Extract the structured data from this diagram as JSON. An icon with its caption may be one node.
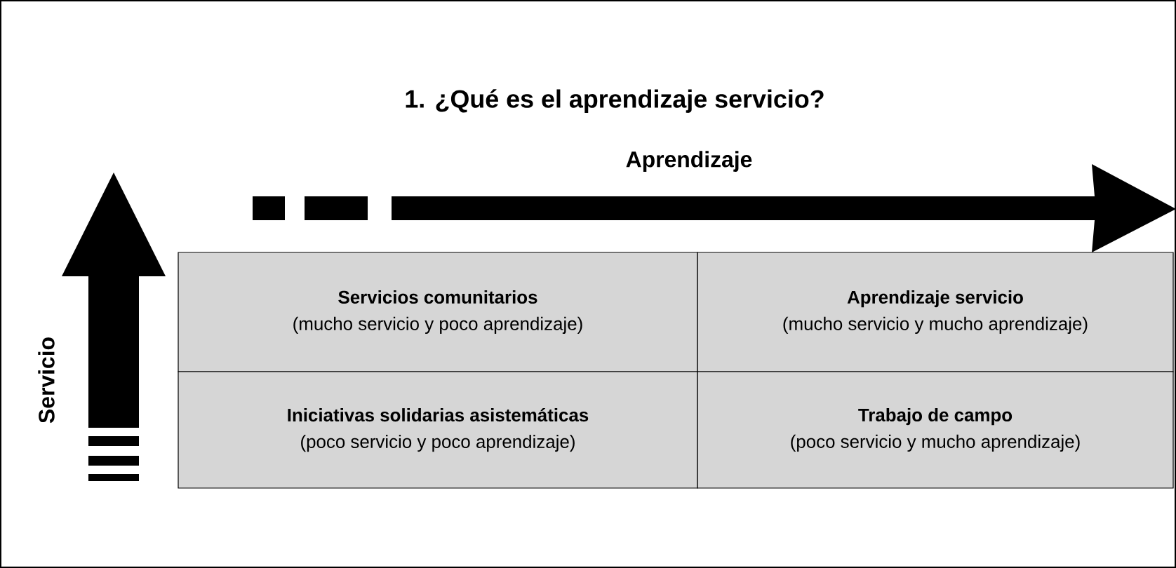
{
  "diagram": {
    "title": "1. ¿Qué es el aprendizaje servicio?",
    "nodes": [
      {
        "text": [
          "Servicios comunitarios",
          "(mucho servicio y poco aprendizaje)"
        ]
      },
      {
        "text": [
          "Aprendizaje servicio",
          "(mucho servicio y mucho aprendizaje)"
        ]
      },
      {
        "text": [
          "Iniciativas solidarias asistemáticas",
          "(poco servicio y poco aprendizaje)"
        ]
      },
      {
        "text": [
          "Trabajo de campo",
          "(poco servicio y mucho aprendizaje)"
        ]
      }
    ],
    "labels": [
      "Aprendizaje",
      "Servicio"
    ]
  }
}
